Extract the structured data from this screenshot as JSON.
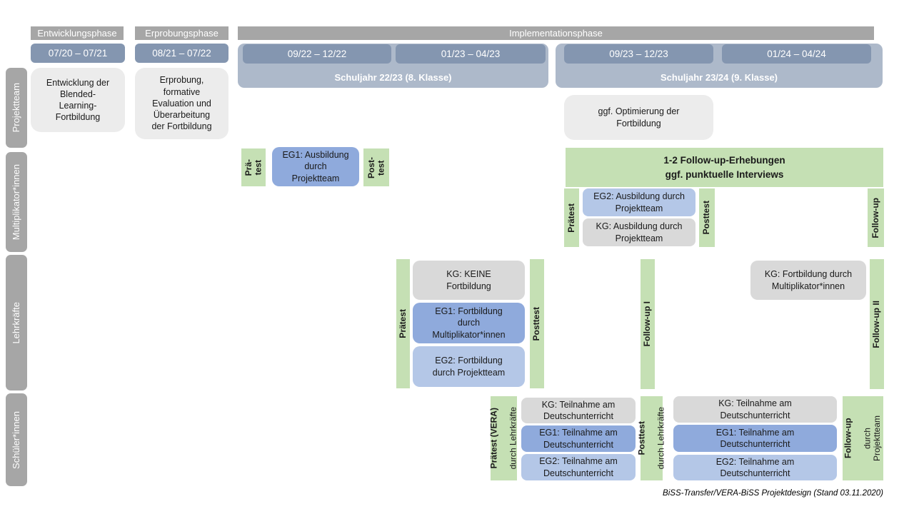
{
  "caption": "BiSS-Transfer/VERA-BiSS Projektdesign (Stand 03.11.2020)",
  "colors": {
    "phase_gray": "#A6A6A6",
    "date_blue": "#8496B0",
    "band_blue": "#ADB9CA",
    "light_gray": "#ECECEC",
    "kg_gray": "#D9D9D9",
    "eg1_blue": "#8FAADC",
    "eg2_blue": "#B4C7E7",
    "green": "#C5E0B4"
  },
  "phases": {
    "entwicklung": "Entwicklungsphase",
    "erprobung": "Erprobungsphase",
    "implementation": "Implementationsphase"
  },
  "timeline": {
    "period1": "07/20 – 07/21",
    "period2": "08/21 – 07/22",
    "year1": {
      "label": "Schuljahr 22/23 (8. Klasse)",
      "period1": "09/22 – 12/22",
      "period2": "01/23 – 04/23"
    },
    "year2": {
      "label": "Schuljahr 23/24 (9. Klasse)",
      "period1": "09/23 – 12/23",
      "period2": "01/24 – 04/24"
    }
  },
  "row_labels": {
    "projektteam": "Projektteam",
    "multiplikatoren": "Multiplikator*innen",
    "lehrkraefte": "Lehrkräfte",
    "schueler": "Schüler*innen"
  },
  "projektteam": {
    "entwicklung": "Entwicklung der\nBlended-\nLearning-\nFortbildung",
    "erprobung": "Erprobung,\nformative\nEvaluation und\nÜberarbeitung\nder Fortbildung",
    "optimierung": "ggf. Optimierung der\nFortbildung"
  },
  "multiplikatoren": {
    "praetest_short": "Prä-\ntest",
    "eg1": "EG1: Ausbildung\ndurch\nProjektteam",
    "posttest_short": "Post-\ntest",
    "followup_box": "1-2 Follow-up-Erhebungen\nggf. punktuelle Interviews",
    "praetest": "Prätest",
    "eg2": "EG2: Ausbildung durch\nProjektteam",
    "kg": "KG: Ausbildung durch\nProjektteam",
    "posttest": "Posttest",
    "followup": "Follow-up"
  },
  "lehrkraefte": {
    "praetest": "Prätest",
    "kg": "KG: KEINE\nFortbildung",
    "eg1": "EG1: Fortbildung\ndurch\nMultiplikator*innen",
    "eg2": "EG2: Fortbildung\ndurch Projektteam",
    "posttest": "Posttest",
    "followup1": "Follow-up I",
    "kg2": "KG: Fortbildung durch\nMultiplikator*innen",
    "followup2": "Follow-up II"
  },
  "schueler": {
    "praetest_bold": "Prätest (VERA)",
    "praetest_rest": "durch  Lehrkräfte",
    "kg1": "KG: Teilnahme am\nDeutschunterricht",
    "eg1a": "EG1: Teilnahme am\nDeutschunterricht",
    "eg2a": "EG2: Teilnahme am\nDeutschunterricht",
    "posttest_bold": "Posttest",
    "posttest_rest": "durch  Lehrkräfte",
    "kg2": "KG: Teilnahme am\nDeutschunterricht",
    "eg1b": "EG1: Teilnahme am\nDeutschunterricht",
    "eg2b": "EG2: Teilnahme am\nDeutschunterricht",
    "followup_bold": "Follow-up",
    "followup_rest": "durch\nProjektteam"
  }
}
